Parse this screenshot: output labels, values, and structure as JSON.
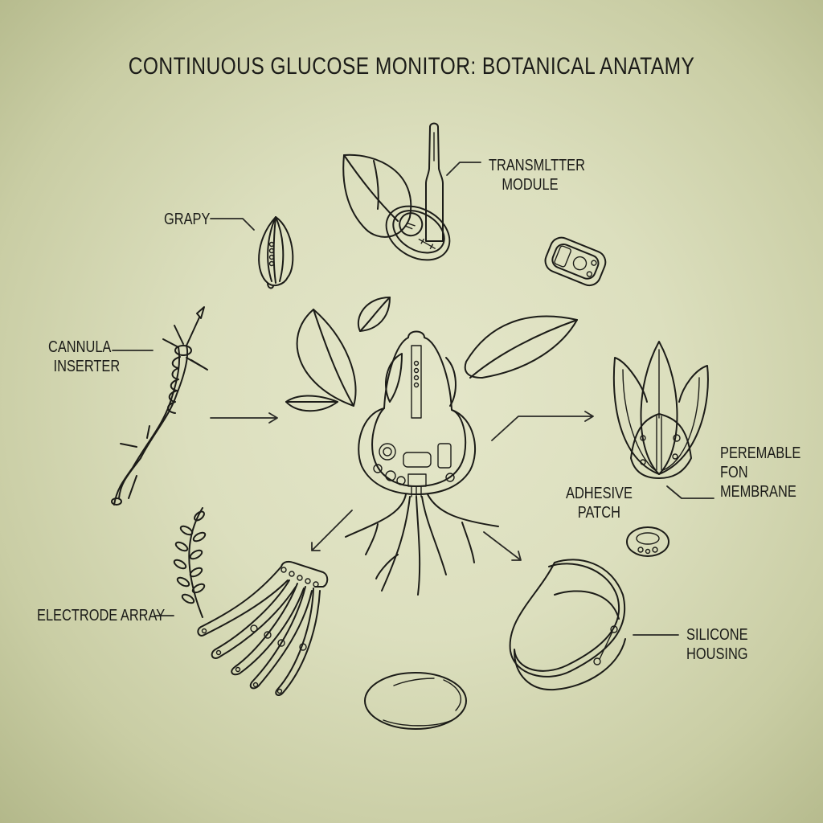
{
  "title": "CONTINUOUS GLUCOSE MONITOR: BOTANICAL ANATAMY",
  "palette": {
    "background": "#dcdfbe",
    "vignette": "#b3b88a",
    "ink": "#1c1c18"
  },
  "labels": {
    "transmitter": {
      "line1": "TRANSMLTTER",
      "line2": "MODULE"
    },
    "grapy": {
      "line1": "GRAPY"
    },
    "cannula": {
      "line1": "CANNULA",
      "line2": "INSERTER"
    },
    "membrane": {
      "line1": "PEREMABLE",
      "line2": "FON",
      "line3": "MEMBRANE"
    },
    "adhesive": {
      "line1": "ADHESIVE",
      "line2": "PATCH"
    },
    "electrode": {
      "line1": "ELECTRODE ARRAY"
    },
    "silicone": {
      "line1": "SILICONE",
      "line2": "HOUSING"
    }
  },
  "illustrations": [
    "leaf-with-oval-transmitter",
    "pod-seed",
    "thorny-branch-with-spring-needle",
    "rounded-rectangle-device",
    "central-bulb-with-circuit-leaves-roots",
    "tulip-with-sensor-core",
    "small-ring-patch",
    "fern-sprig",
    "electrode-fingers-array",
    "silicone-cup-housing",
    "oval-disc"
  ]
}
